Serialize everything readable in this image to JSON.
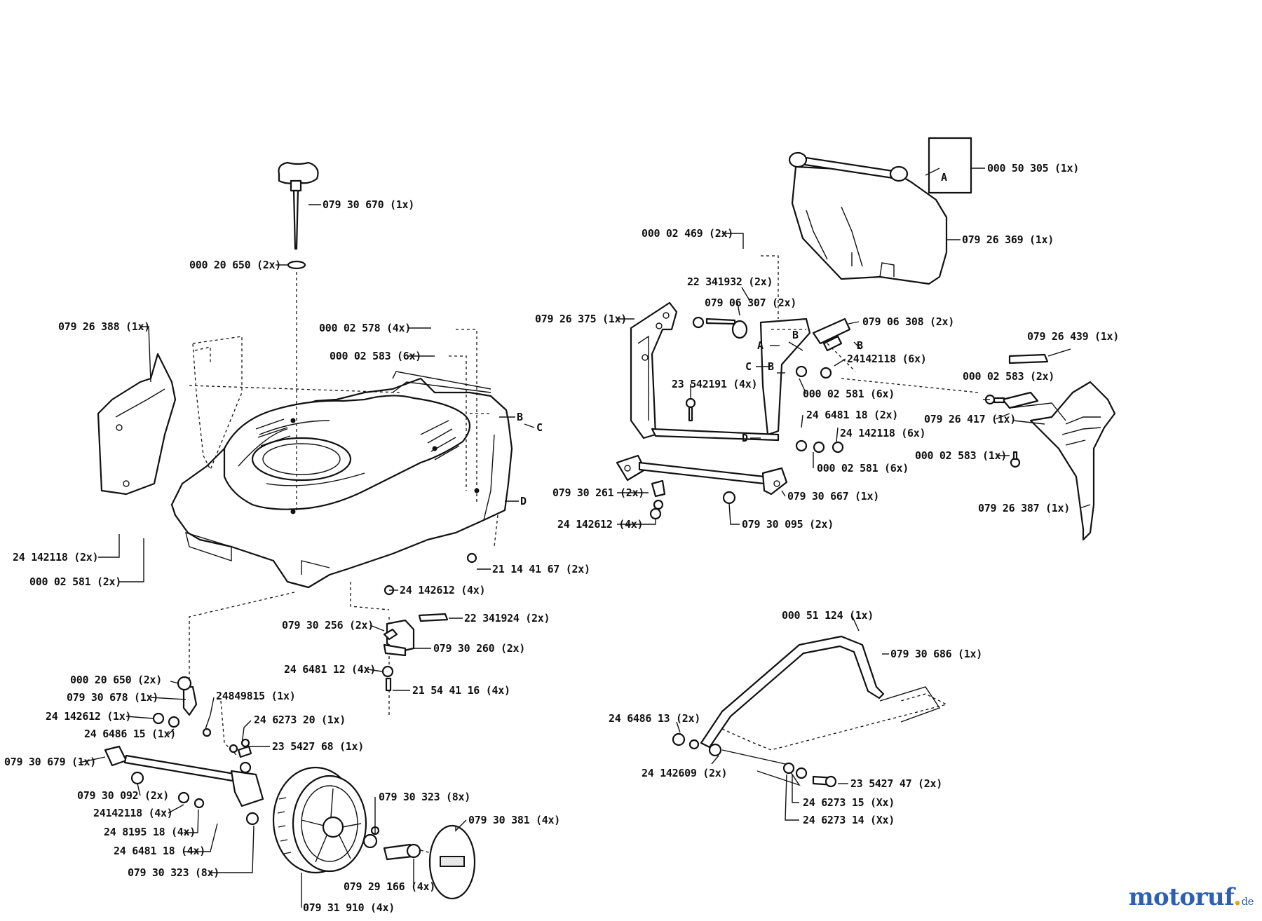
{
  "callouts": [
    {
      "id": "c01",
      "text": "079 30 670 (1x)"
    },
    {
      "id": "c02",
      "text": "000 20 650 (2x)"
    },
    {
      "id": "c03",
      "text": "079 26 388 (1x)"
    },
    {
      "id": "c04",
      "text": "000 02 578 (4x)"
    },
    {
      "id": "c05",
      "text": "000 02 583 (6x)"
    },
    {
      "id": "c06",
      "text": "24 142118 (2x)"
    },
    {
      "id": "c07",
      "text": "000 02 581 (2x)"
    },
    {
      "id": "c08",
      "text": "21 14 41 67 (2x)"
    },
    {
      "id": "c09",
      "text": "24 142612 (4x)"
    },
    {
      "id": "c10",
      "text": "079 30 256 (2x)"
    },
    {
      "id": "c11",
      "text": "22 341924 (2x)"
    },
    {
      "id": "c12",
      "text": "079 30 260 (2x)"
    },
    {
      "id": "c13",
      "text": "24 6481 12 (4x)"
    },
    {
      "id": "c14",
      "text": "21 54 41 16 (4x)"
    },
    {
      "id": "c15",
      "text": "000 20 650 (2x)"
    },
    {
      "id": "c16",
      "text": "079 30 678 (1x)"
    },
    {
      "id": "c17",
      "text": "24849815 (1x)"
    },
    {
      "id": "c18",
      "text": "24 142612 (1x)"
    },
    {
      "id": "c19",
      "text": "24 6486 15 (1x)"
    },
    {
      "id": "c20",
      "text": "24 6273 20 (1x)"
    },
    {
      "id": "c21",
      "text": "23 5427 68 (1x)"
    },
    {
      "id": "c22",
      "text": "079 30 679 (1x)"
    },
    {
      "id": "c23",
      "text": "079 30 092 (2x)"
    },
    {
      "id": "c24",
      "text": "24142118 (4x)"
    },
    {
      "id": "c25",
      "text": "24 8195 18 (4x)"
    },
    {
      "id": "c26",
      "text": "24 6481 18 (4x)"
    },
    {
      "id": "c27",
      "text": "079 30 323 (8x)"
    },
    {
      "id": "c28",
      "text": "079 30 323 (8x)"
    },
    {
      "id": "c29",
      "text": "079 29 166 (4x)"
    },
    {
      "id": "c30",
      "text": "079 30 381 (4x)"
    },
    {
      "id": "c31",
      "text": "079 31 910 (4x)"
    },
    {
      "id": "c32",
      "text": "000 50 305 (1x)"
    },
    {
      "id": "c33",
      "text": "079 26 369 (1x)"
    },
    {
      "id": "c34",
      "text": "000 02 469 (2x)"
    },
    {
      "id": "c35",
      "text": "22 341932 (2x)"
    },
    {
      "id": "c36",
      "text": "079 06 307 (2x)"
    },
    {
      "id": "c37",
      "text": "079 26 375 (1x)"
    },
    {
      "id": "c38",
      "text": "079 06 308 (2x)"
    },
    {
      "id": "c39",
      "text": "24142118 (6x)"
    },
    {
      "id": "c40",
      "text": "23 542191 (4x)"
    },
    {
      "id": "c41",
      "text": "000 02 581 (6x)"
    },
    {
      "id": "c42",
      "text": "24 6481 18 (2x)"
    },
    {
      "id": "c43",
      "text": "24 142118 (6x)"
    },
    {
      "id": "c44",
      "text": "000 02 581 (6x)"
    },
    {
      "id": "c45",
      "text": "079 26 439 (1x)"
    },
    {
      "id": "c46",
      "text": "000 02 583 (2x)"
    },
    {
      "id": "c47",
      "text": "079 26 417 (1x)"
    },
    {
      "id": "c48",
      "text": "000 02 583 (1x)"
    },
    {
      "id": "c49",
      "text": "079 26 387 (1x)"
    },
    {
      "id": "c50",
      "text": "079 30 261 (2x)"
    },
    {
      "id": "c51",
      "text": "079 30 667 (1x)"
    },
    {
      "id": "c52",
      "text": "24 142612 (4x)"
    },
    {
      "id": "c53",
      "text": "079 30 095 (2x)"
    },
    {
      "id": "c54",
      "text": "000 51 124 (1x)"
    },
    {
      "id": "c55",
      "text": "079 30 686 (1x)"
    },
    {
      "id": "c56",
      "text": "24 6486 13 (2x)"
    },
    {
      "id": "c57",
      "text": "24 142609 (2x)"
    },
    {
      "id": "c58",
      "text": "23 5427 47 (2x)"
    },
    {
      "id": "c59",
      "text": "24 6273 15 (Xx)"
    },
    {
      "id": "c60",
      "text": "24 6273 14 (Xx)"
    }
  ],
  "markers": {
    "A": "A",
    "B": "B",
    "C": "C",
    "D": "D"
  },
  "watermark": {
    "name": "motoruf",
    "dot": ".",
    "tld": "de"
  }
}
